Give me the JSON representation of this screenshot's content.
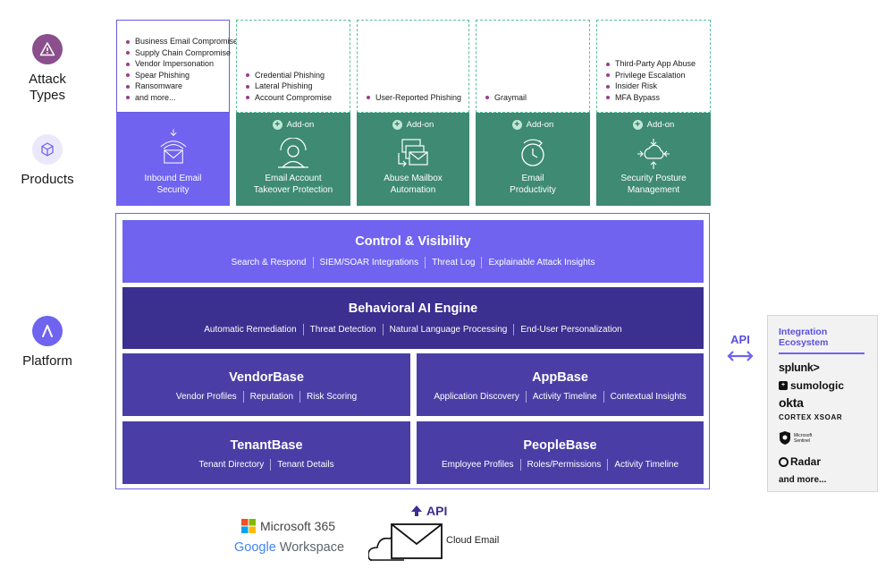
{
  "rows": {
    "attack_types": "Attack\nTypes",
    "products": "Products",
    "platform": "Platform"
  },
  "columns": [
    {
      "attacks": [
        "Business Email Compromise",
        "Supply Chain Compromise",
        "Vendor Impersonation",
        "Spear Phishing",
        "Ransomware",
        "and more..."
      ],
      "product": "Inbound Email\nSecurity",
      "addon": "",
      "icon": "inbound-email-icon"
    },
    {
      "attacks": [
        "Credential Phishing",
        "Lateral Phishing",
        "Account Compromise"
      ],
      "product": "Email Account\nTakeover Protection",
      "addon": "Add-on",
      "icon": "account-takeover-icon"
    },
    {
      "attacks": [
        "User-Reported Phishing"
      ],
      "product": "Abuse Mailbox\nAutomation",
      "addon": "Add-on",
      "icon": "abuse-mailbox-icon"
    },
    {
      "attacks": [
        "Graymail"
      ],
      "product": "Email\nProductivity",
      "addon": "Add-on",
      "icon": "email-productivity-icon"
    },
    {
      "attacks": [
        "Third-Party App Abuse",
        "Privilege Escalation",
        "Insider Risk",
        "MFA Bypass"
      ],
      "product": "Security Posture\nManagement",
      "addon": "Add-on",
      "icon": "security-posture-icon"
    }
  ],
  "platform": {
    "control": {
      "title": "Control & Visibility",
      "items": [
        "Search & Respond",
        "SIEM/SOAR Integrations",
        "Threat Log",
        "Explainable Attack Insights"
      ]
    },
    "behavioral": {
      "title": "Behavioral AI Engine",
      "items": [
        "Automatic Remediation",
        "Threat Detection",
        "Natural Language Processing",
        "End-User Personalization"
      ]
    },
    "vendorbase": {
      "title": "VendorBase",
      "items": [
        "Vendor Profiles",
        "Reputation",
        "Risk Scoring"
      ]
    },
    "appbase": {
      "title": "AppBase",
      "items": [
        "Application Discovery",
        "Activity Timeline",
        "Contextual Insights"
      ]
    },
    "tenantbase": {
      "title": "TenantBase",
      "items": [
        "Tenant Directory",
        "Tenant Details"
      ]
    },
    "peoplebase": {
      "title": "PeopleBase",
      "items": [
        "Employee Profiles",
        "Roles/Permissions",
        "Activity Timeline"
      ]
    }
  },
  "api_side": "API",
  "integration": {
    "title": "Integration\nEcosystem",
    "logos": [
      "splunk>",
      "sumologic",
      "okta",
      "CORTEX XSOAR",
      "Microsoft Sentinel",
      "Radar",
      "and more..."
    ]
  },
  "bottom": {
    "api": "API",
    "microsoft": "Microsoft 365",
    "google_word": "Google",
    "workspace": "Workspace",
    "cloud_email": "Cloud Email"
  },
  "colors": {
    "accent": "#6f63f0",
    "dark": "#3b2f8f",
    "teal": "#3e8a72",
    "purple_badge": "#8a4f8c"
  }
}
